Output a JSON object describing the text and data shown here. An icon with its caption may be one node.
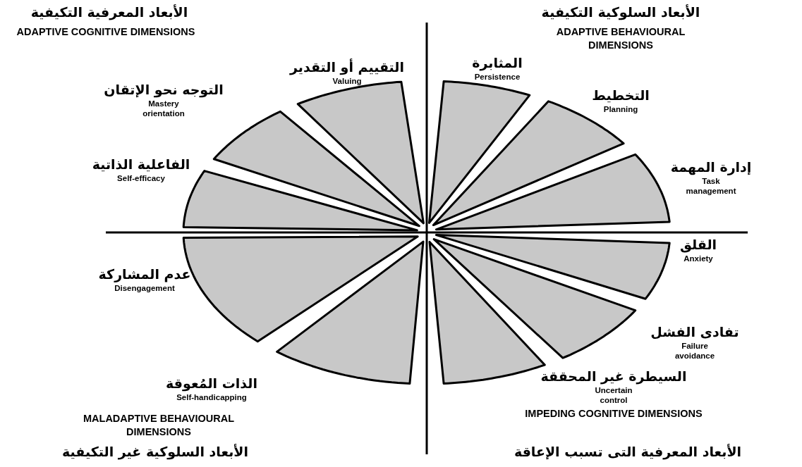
{
  "diagram": {
    "nodes": [
      {
        "text": [
          "التقييم أو التقدير",
          "Valuing"
        ]
      },
      {
        "text": [
          "المثابرة",
          "Persistence"
        ]
      },
      {
        "text": [
          "التوجه نحو الإتقان",
          "Mastery orientation"
        ]
      },
      {
        "text": [
          "التخطيط",
          "Planning"
        ]
      },
      {
        "text": [
          "الفاعلية الذاتية",
          "Self-efficacy"
        ]
      },
      {
        "text": [
          "إدارة المهمة",
          "Task management"
        ]
      },
      {
        "text": [
          "القلق",
          "Anxiety"
        ]
      },
      {
        "text": [
          "عدم المشاركة",
          "Disengagement"
        ]
      },
      {
        "text": [
          "تفادى الفشل",
          "Failure avoidance"
        ]
      },
      {
        "text": [
          "السيطرة غير المحققة",
          "Uncertain control"
        ]
      },
      {
        "text": [
          "الذات المُعوقة",
          "Self-handicapping"
        ]
      }
    ],
    "labels": [
      "الأبعاد المعرفية التكيفية",
      "الأبعاد السلوكية التكيفية",
      "ADAPTIVE COGNITIVE DIMENSIONS",
      "ADAPTIVE BEHAVIOURAL DIMENSIONS",
      "MALADAPTIVE BEHAVIOURAL DIMENSIONS",
      "IMPEDING COGNITIVE DIMENSIONS",
      "الأبعاد السلوكية غير التكيفية",
      "الأبعاد المعرفية التى تسبب الإعاقة"
    ]
  }
}
